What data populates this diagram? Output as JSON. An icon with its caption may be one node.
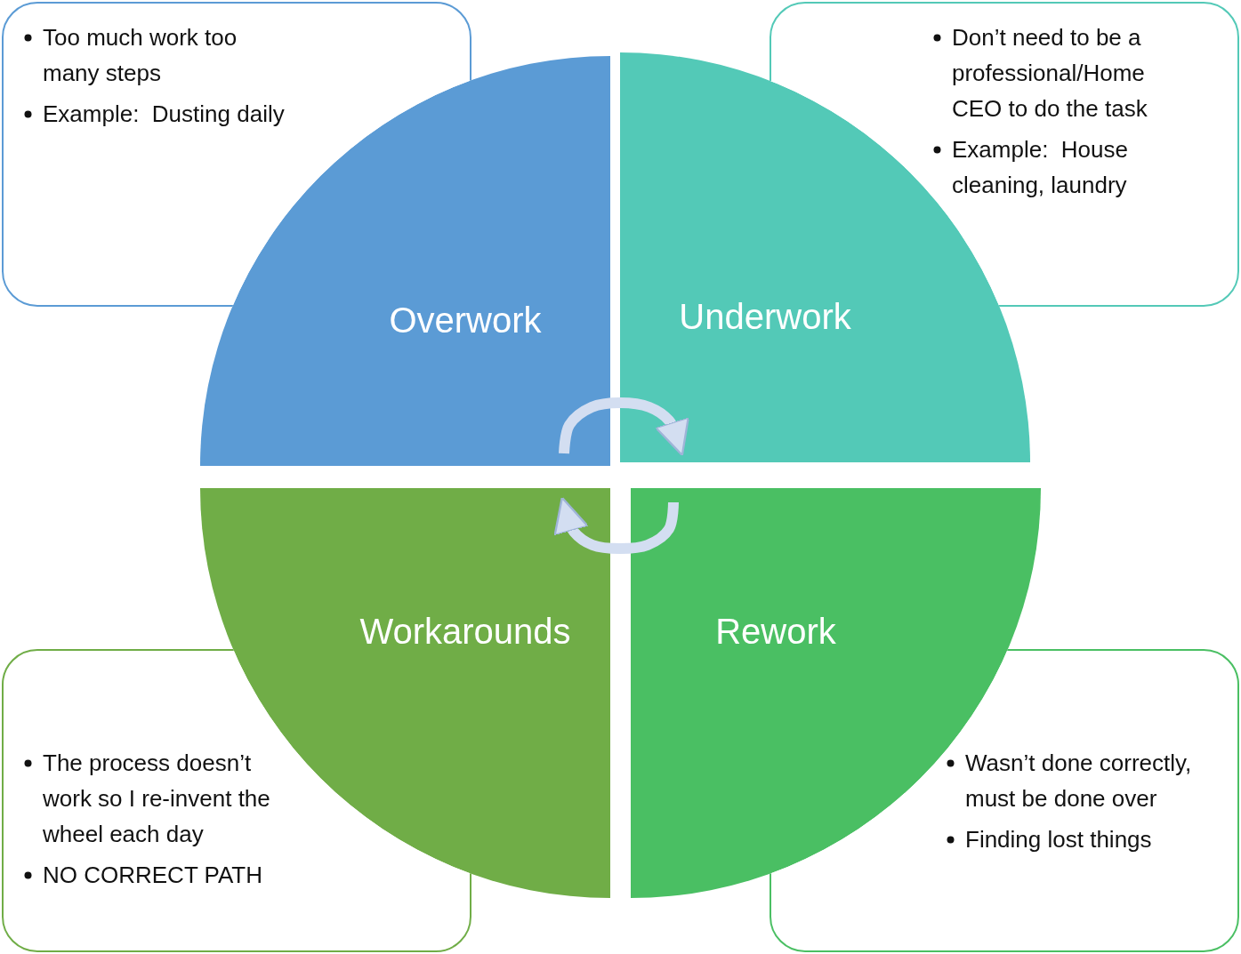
{
  "diagram": {
    "nodes": [
      {
        "text": [
          "Too much work too many steps",
          "Example:  Dusting daily"
        ]
      },
      {
        "text": [
          "Don’t need to be a professional/Home CEO to do the task",
          "Example:  House cleaning, laundry"
        ]
      },
      {
        "text": [
          "Overwork"
        ]
      },
      {
        "text": [
          "Underwork"
        ]
      },
      {
        "text": [
          "Workarounds"
        ]
      },
      {
        "text": [
          "Rework"
        ]
      },
      {
        "text": [
          "The process doesn’t work so I re-invent the wheel each day",
          "NO CORRECT PATH"
        ]
      },
      {
        "text": [
          "Wasn’t done correctly, must be done over",
          "Finding lost things"
        ]
      }
    ],
    "edges": [
      {
        "from": 2,
        "to": 3,
        "arrow": "to"
      },
      {
        "from": 5,
        "to": 4,
        "arrow": "to"
      }
    ]
  }
}
